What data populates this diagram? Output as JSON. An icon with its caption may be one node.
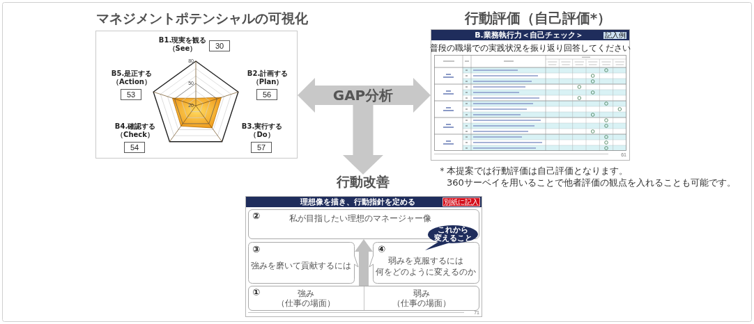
{
  "diagram": {
    "nodes": [
      {
        "text": [
          "マネジメントポテンシャルの可視化"
        ]
      },
      {
        "text": [
          "30"
        ],
        "in": 0,
        "beside": [
          "B1.現実を観る（See）"
        ]
      },
      {
        "text": [
          "53"
        ],
        "in": 0,
        "beside": [
          "B5.是正する（Action）"
        ]
      },
      {
        "text": [
          "56"
        ],
        "in": 0,
        "beside": [
          "B2.計画する（Plan）"
        ]
      },
      {
        "text": [
          "54"
        ],
        "in": 0,
        "beside": [
          "B4.確認する（Check）"
        ]
      },
      {
        "text": [
          "57"
        ],
        "in": 0,
        "beside": [
          "B3.実行する（Do）"
        ]
      },
      {
        "text": [
          "行動評価（自己評価*）",
          "普段の職場での実践状況を振り返り回答してください",
          "61"
        ]
      },
      {
        "text": [
          "B.業務執行力＜自己チェック＞"
        ],
        "in": 6
      },
      {
        "text": [
          "記入例"
        ],
        "in": 7
      },
      {
        "text": [
          "行動改善"
        ]
      },
      {
        "text": [
          "71"
        ]
      },
      {
        "text": [
          "理想像を描き、行動指針を定める"
        ],
        "in": 10
      },
      {
        "text": [
          "別紙に記入"
        ],
        "in": 11
      },
      {
        "text": [
          "②",
          "私が目指したい理想のマネージャー像"
        ],
        "in": 10
      },
      {
        "text": [
          "これから",
          "変えること"
        ],
        "in": 10
      },
      {
        "text": [
          "③",
          "強みを磨いて貢献するには"
        ],
        "in": 10
      },
      {
        "text": [
          "④",
          "弱みを克服するには",
          "何をどのように変えるのか"
        ],
        "in": 10
      },
      {
        "text": [
          "①",
          "強み（仕事の場面）",
          "弱み（仕事の場面）"
        ],
        "in": 10
      }
    ],
    "edges": [
      {
        "from": 0,
        "to": 6,
        "arrow": "both",
        "label": "GAP分析"
      },
      {
        "from": null,
        "to": 9,
        "arrow": "to"
      },
      {
        "from": 17,
        "to": 13,
        "arrow": "to"
      }
    ],
    "labels": [
      "80",
      "50",
      "20",
      "＊本提案では行動評価は自己評価となります。",
      "360サーベイを用いることで他者評価の観点を入れることも可能です。"
    ]
  }
}
